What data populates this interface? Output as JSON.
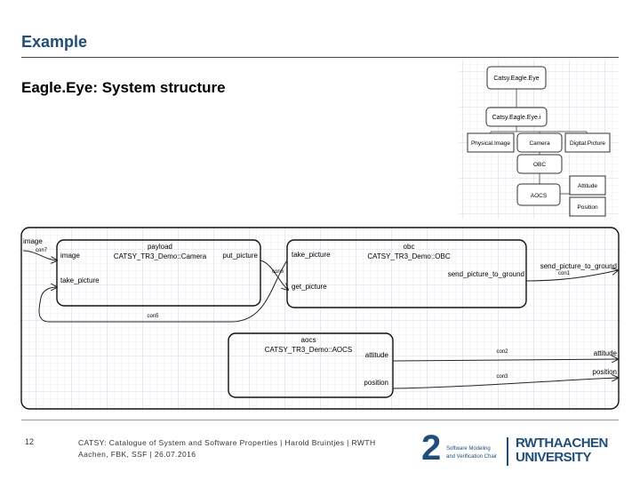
{
  "slide": {
    "title": "Example",
    "subtitle": "Eagle.Eye: System structure",
    "page_number": "12",
    "footer_line1": "CATSY: Catalogue of System and Software Properties | Harold Bruintjes | RWTH",
    "footer_line2": "Aachen, FBK, SSF | 26.07.2016"
  },
  "hierarchy": {
    "root": "Catsy.Eagle.Eye",
    "impl": "Catsy.Eagle.Eye.i",
    "children": [
      "Physical.Image",
      "Camera",
      "Digital.Picture",
      "OBC",
      "Attitude",
      "AOCS",
      "Position"
    ]
  },
  "structure": {
    "top_in_port": "image",
    "top_in_conn": "con7",
    "top_out_port": "send_picture_to_ground",
    "out_conn": "con1",
    "out_attitude_port": "attitude",
    "out_position_port": "position",
    "payload": {
      "name": "payload",
      "type": "CATSY_TR3_Demo::Camera",
      "in_port": "image",
      "take_port": "take_picture",
      "out_port": "put_picture"
    },
    "obc": {
      "name": "obc",
      "type": "CATSY_TR3_Demo::OBC",
      "take_port": "take_picture",
      "get_port": "get_picture",
      "send_port": "send_picture_to_ground"
    },
    "aocs": {
      "name": "aocs",
      "type": "CATSY_TR3_Demo::AOCS",
      "attitude_port": "attitude",
      "position_port": "position"
    },
    "conns": {
      "put_get": "con6",
      "take_loop": "con5",
      "attitude_conn": "con2",
      "position_conn": "con3"
    }
  },
  "logos": {
    "i2_digit": "2",
    "i2_line1": "Software Modeling",
    "i2_line2": "and Verification Chair",
    "rwth_line1": "RWTHAACHEN",
    "rwth_line2": "UNIVERSITY"
  }
}
